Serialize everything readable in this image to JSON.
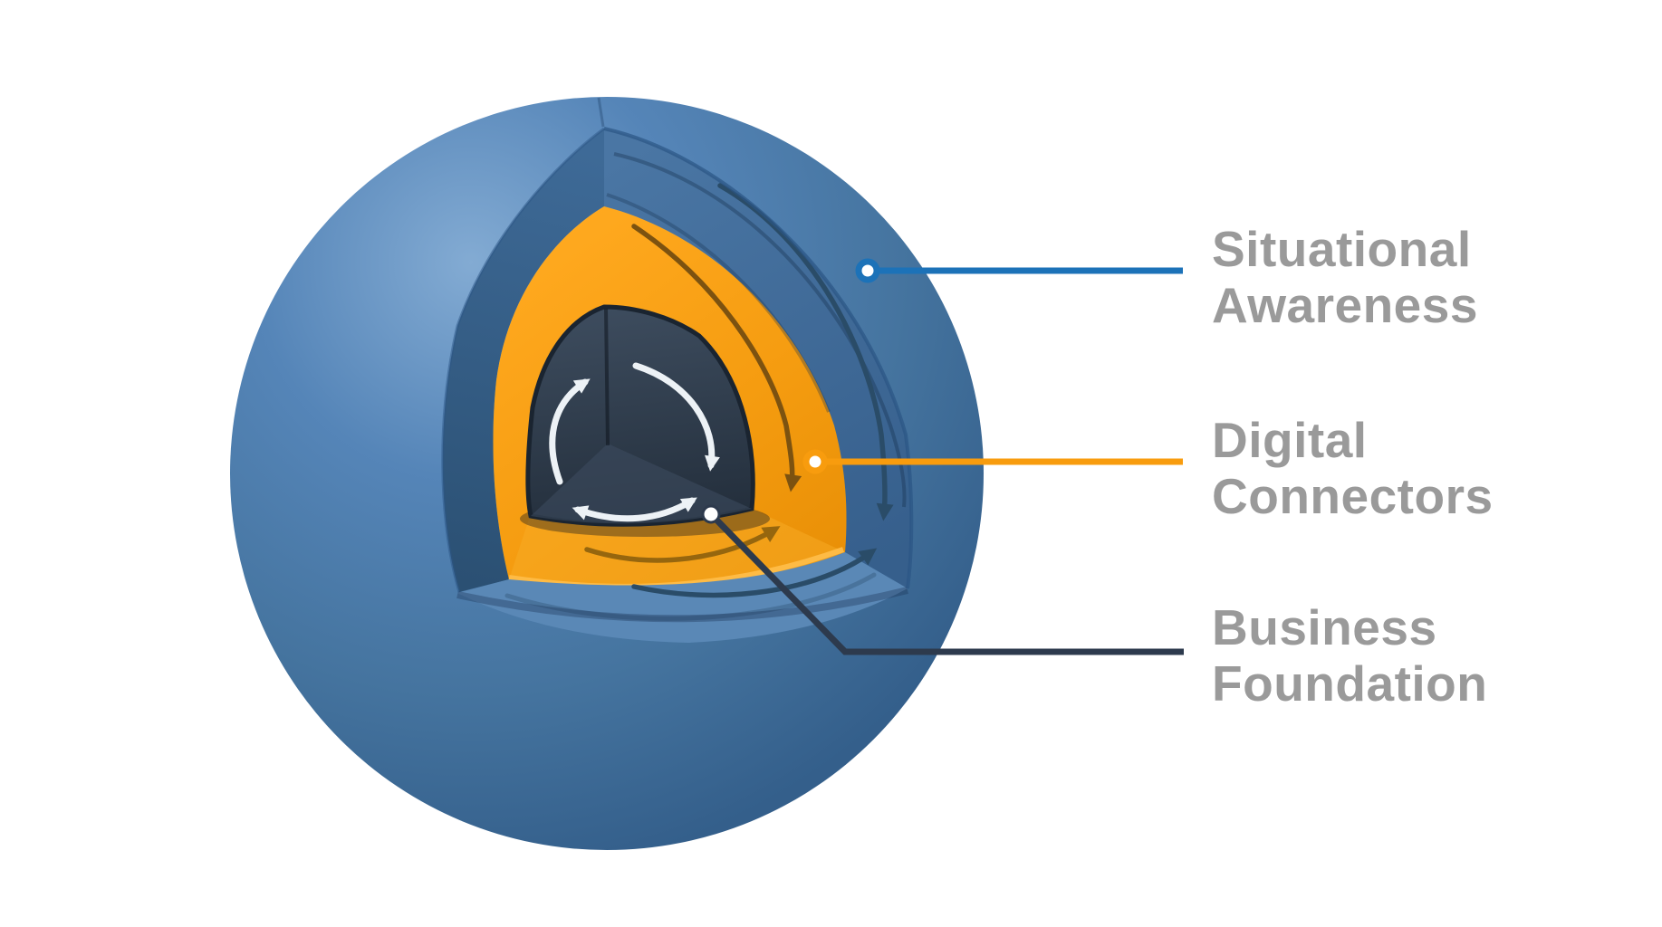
{
  "diagram": {
    "type": "layered-sphere-cutaway",
    "text_color": "#9a9a9a",
    "layers": [
      {
        "id": "situational-awareness",
        "line1": "Situational",
        "line2": "Awareness",
        "color": "#1c72b8",
        "position": "outer"
      },
      {
        "id": "digital-connectors",
        "line1": "Digital",
        "line2": "Connectors",
        "color": "#f89c0e",
        "position": "middle"
      },
      {
        "id": "business-foundation",
        "line1": "Business",
        "line2": "Foundation",
        "color": "#2d3a4d",
        "position": "core"
      }
    ],
    "sphere_colors": {
      "outer_surface": "#4a7db1",
      "cut_band": "#3f6b99",
      "middle_layer": "#f59c10",
      "core": "#2f3c4d"
    }
  }
}
